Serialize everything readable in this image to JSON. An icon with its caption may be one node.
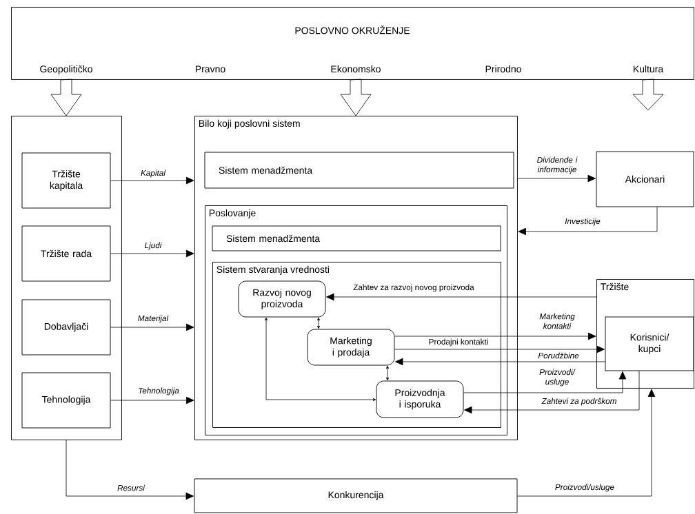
{
  "diagram": {
    "nodes": [
      {
        "text": [
          "POSLOVNO OKRUŽENJE",
          "Geopolitičko",
          "Pravno",
          "Ekonomsko",
          "Prirodno",
          "Kultura"
        ]
      },
      {
        "text": [],
        "shape": "box"
      },
      {
        "text": [
          "Tržište kapitala"
        ],
        "in": 1
      },
      {
        "text": [
          "Tržište rada"
        ],
        "in": 1
      },
      {
        "text": [
          "Dobavljači"
        ],
        "in": 1
      },
      {
        "text": [
          "Tehnologija"
        ],
        "in": 1
      },
      {
        "text": [
          "Bilo koji poslovni sistem"
        ]
      },
      {
        "text": [
          "Sistem menadžmenta"
        ],
        "in": 6
      },
      {
        "text": [
          "Poslovanje"
        ],
        "in": 6
      },
      {
        "text": [
          "Sistem menadžmenta"
        ],
        "in": 8
      },
      {
        "text": [
          "Sistem stvaranja vrednosti"
        ],
        "in": 8
      },
      {
        "text": [
          "Razvoj novog proizvoda"
        ],
        "in": 10
      },
      {
        "text": [
          "Marketing i prodaja"
        ],
        "in": 10
      },
      {
        "text": [
          "Proizvodnja i isporuka"
        ],
        "in": 10
      },
      {
        "text": [
          "Akcionari"
        ]
      },
      {
        "text": [
          "Tržište"
        ]
      },
      {
        "text": [
          "Korisnici/ kupci"
        ],
        "in": 15
      },
      {
        "text": [
          "Konkurencija"
        ]
      }
    ],
    "edges": [
      {
        "from": 0,
        "to": 1,
        "arrow": "to"
      },
      {
        "from": 0,
        "to": 6,
        "arrow": "to"
      },
      {
        "from": 0,
        "to": null,
        "arrow": "to"
      },
      {
        "from": 2,
        "to": 6,
        "arrow": "to",
        "label": "Kapital"
      },
      {
        "from": 3,
        "to": 6,
        "arrow": "to",
        "label": "Ljudi"
      },
      {
        "from": 4,
        "to": 6,
        "arrow": "to",
        "label": "Materijal"
      },
      {
        "from": 5,
        "to": 6,
        "arrow": "to",
        "label": "Tehnologija"
      },
      {
        "from": 6,
        "to": 14,
        "arrow": "to",
        "label": "Dividende i informacije"
      },
      {
        "from": 14,
        "to": 6,
        "arrow": "to",
        "label": "Investicije"
      },
      {
        "from": 15,
        "to": 11,
        "arrow": "to",
        "label": "Zahtev za razvoj novog proizvoda"
      },
      {
        "from": 12,
        "to": 15,
        "arrow": "to",
        "label": "Marketing kontakti"
      },
      {
        "from": 12,
        "to": 16,
        "arrow": "to",
        "label": "Prodajni kontakti"
      },
      {
        "from": 16,
        "to": 12,
        "arrow": "to",
        "label": "Porudžbine"
      },
      {
        "from": 13,
        "to": 16,
        "arrow": "to",
        "label": "Proizvodi/ usluge"
      },
      {
        "from": 16,
        "to": 13,
        "arrow": "to",
        "label": "Zahtevi za podrškom"
      },
      {
        "from": 11,
        "to": 12,
        "arrow": "both"
      },
      {
        "from": 12,
        "to": 13,
        "arrow": "both"
      },
      {
        "from": 11,
        "to": 13,
        "arrow": "both"
      },
      {
        "from": 1,
        "to": 17,
        "arrow": "to",
        "label": "Resursi"
      },
      {
        "from": 17,
        "to": 15,
        "arrow": "to",
        "label": "Proizvodi/usluge"
      }
    ]
  }
}
